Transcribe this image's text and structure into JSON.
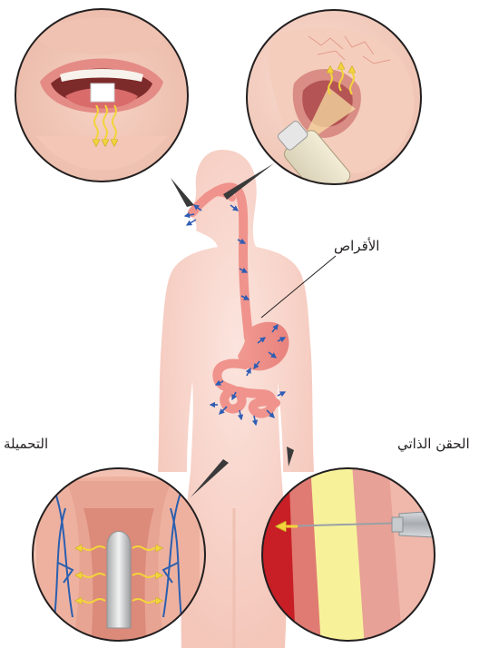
{
  "labels": {
    "pills": "الأقراص",
    "suppository": "التحميلة",
    "self_injection": "الحقن الذاتي"
  },
  "colors": {
    "skin": "#f6c9bd",
    "skin_light": "#fae0d8",
    "digestive_tract": "#ef8f8a",
    "arrow_blue": "#2f5db3",
    "arrow_yellow": "#f2d43c",
    "vein_blue": "#2a5fb0",
    "fat_yellow": "#f7f29a",
    "muscle_red": "#d22c2c",
    "needle_gray": "#b9bec3"
  },
  "icons": {
    "mouth": "mouth-sublingual-tablet-icon",
    "nose": "nasal-spray-icon",
    "rectum": "rectal-suppository-icon",
    "skin": "syringe-injection-icon"
  }
}
